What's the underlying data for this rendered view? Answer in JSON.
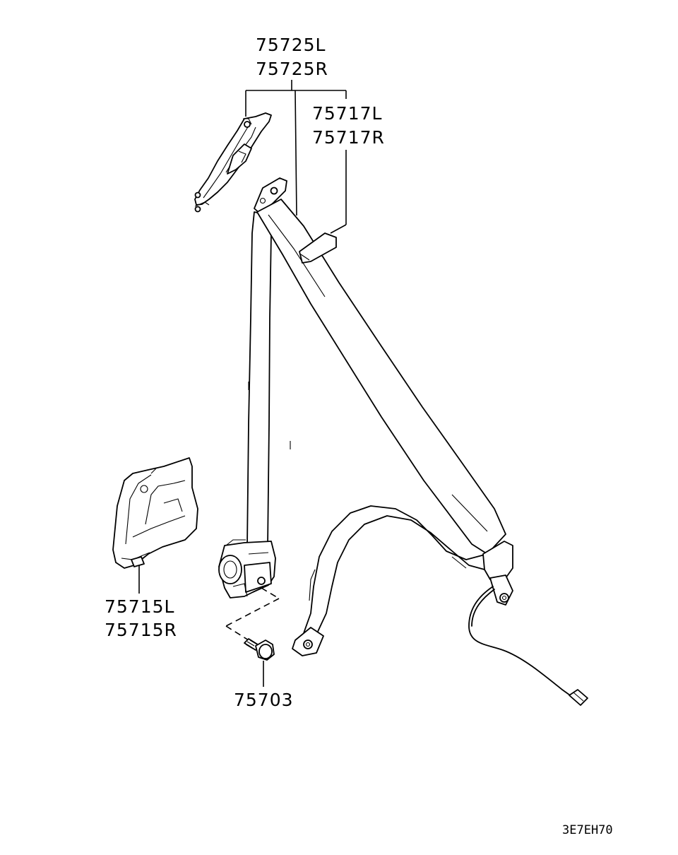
{
  "diagram": {
    "code": "3E7EH70",
    "parts": {
      "upper_trim": [
        "75725L",
        "75725R"
      ],
      "belt_assembly": [
        "75717L",
        "75717R"
      ],
      "lower_trim": [
        "75715L",
        "75715R"
      ],
      "bolt": [
        "75703"
      ]
    }
  }
}
